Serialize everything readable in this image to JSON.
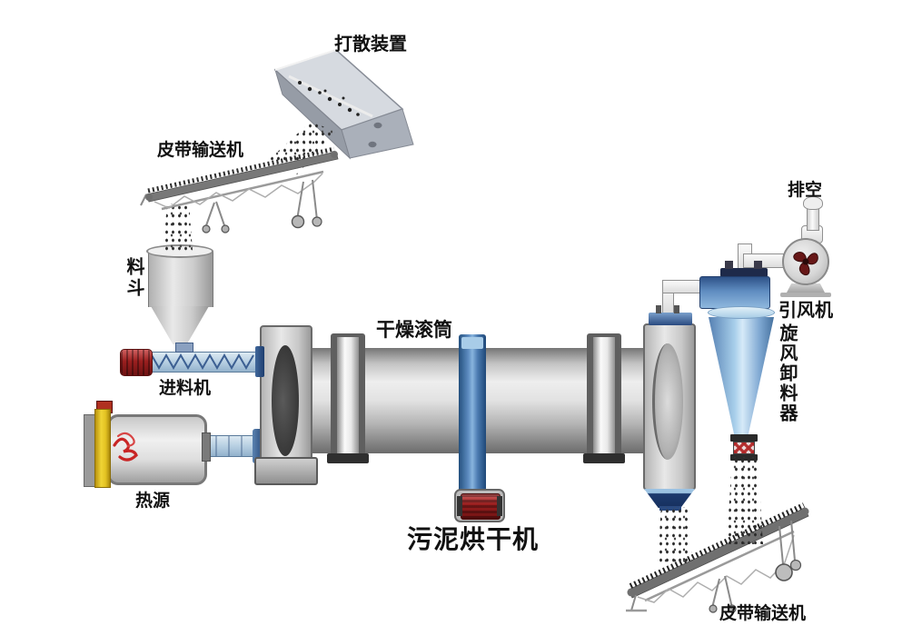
{
  "diagram": {
    "title": "污泥烘干机",
    "labels": {
      "scatter_device": "打散装置",
      "belt_conveyor_top": "皮带输送机",
      "hopper": "料斗",
      "feeder": "进料机",
      "heat_source": "热源",
      "drying_drum": "干燥滚筒",
      "main_title": "污泥烘干机",
      "exhaust": "排空",
      "induced_draft_fan": "引风机",
      "cyclone_discharger": "旋风卸料器",
      "belt_conveyor_bottom": "皮带输送机"
    },
    "colors": {
      "background": "#ffffff",
      "machine_gray": "#c2c2c2",
      "outline_gray": "#606060",
      "girth_gear_blue": "#4a7ab0",
      "cyclone_blue": "#6b97c8",
      "cyclone_light_blue": "#cfe4f2",
      "navy_blue": "#1d3a6e",
      "motor_red": "#9a2323",
      "flame_red": "#cc2222",
      "burner_yellow": "#ecc829",
      "material_speckle": "#2b2b2b",
      "label_text": "#111111"
    }
  }
}
